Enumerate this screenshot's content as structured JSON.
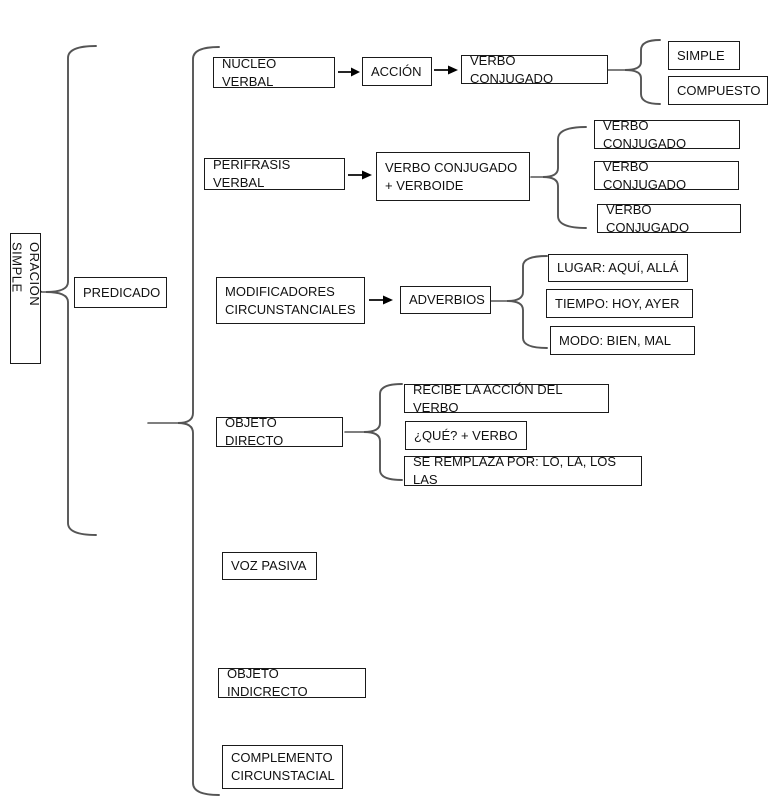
{
  "colors": {
    "background": "#ffffff",
    "box_border": "#1a1a1a",
    "text": "#111111",
    "brace": "#555555",
    "arrow": "#000000"
  },
  "structure": {
    "root": "ORACIÓN SIMPLE",
    "child": "PREDICADO",
    "branches": [
      {
        "label": "NUCLEO VERBAL",
        "arrow_chain": [
          "ACCIÓN",
          "VERBO CONJUGADO"
        ],
        "children": [
          "SIMPLE",
          "COMPUESTO"
        ]
      },
      {
        "label": "PERIFRASIS VERBAL",
        "arrow_chain": [
          "VERBO CONJUGADO + VERBOIDE"
        ],
        "children": [
          "VERBO CONJUGADO",
          "VERBO CONJUGADO",
          "VERBO CONJUGADO"
        ]
      },
      {
        "label": "MODIFICADORES CIRCUNSTANCIALES",
        "arrow_chain": [
          "ADVERBIOS"
        ],
        "children": [
          "LUGAR: AQUÍ, ALLÁ",
          "TIEMPO: HOY, AYER",
          "MODO: BIEN, MAL"
        ]
      },
      {
        "label": "OBJETO DIRECTO",
        "arrow_chain": [],
        "children": [
          "RECIBE LA ACCIÓN DEL VERBO",
          "¿QUÉ? + VERBO",
          "SE REMPLAZA POR: LO, LA, LOS LAS"
        ]
      },
      {
        "label": "VOZ PASIVA",
        "arrow_chain": [],
        "children": []
      },
      {
        "label": "OBJETO INDICRECTO",
        "arrow_chain": [],
        "children": []
      },
      {
        "label": "COMPLEMENTO CIRCUNSTACIAL",
        "arrow_chain": [],
        "children": []
      }
    ]
  }
}
